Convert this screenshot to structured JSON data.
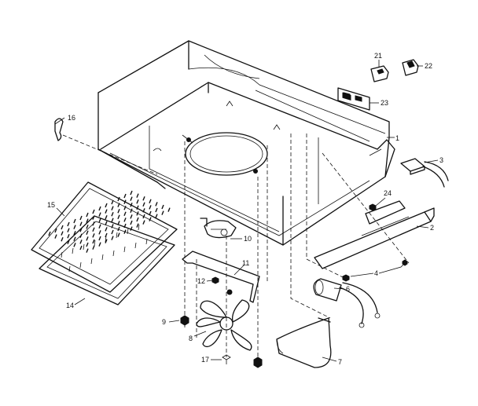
{
  "diagram": {
    "callouts": [
      {
        "id": "c1",
        "text": "1"
      },
      {
        "id": "c2",
        "text": "2"
      },
      {
        "id": "c3",
        "text": "3"
      },
      {
        "id": "c4",
        "text": "4"
      },
      {
        "id": "c6",
        "text": "6"
      },
      {
        "id": "c7",
        "text": "7"
      },
      {
        "id": "c8",
        "text": "8"
      },
      {
        "id": "c9",
        "text": "9"
      },
      {
        "id": "c10",
        "text": "10"
      },
      {
        "id": "c11",
        "text": "11"
      },
      {
        "id": "c12",
        "text": "12"
      },
      {
        "id": "c14",
        "text": "14"
      },
      {
        "id": "c15",
        "text": "15"
      },
      {
        "id": "c16",
        "text": "16"
      },
      {
        "id": "c17",
        "text": "17"
      },
      {
        "id": "c21",
        "text": "21"
      },
      {
        "id": "c22",
        "text": "22"
      },
      {
        "id": "c23",
        "text": "23"
      },
      {
        "id": "c24",
        "text": "24"
      }
    ]
  }
}
